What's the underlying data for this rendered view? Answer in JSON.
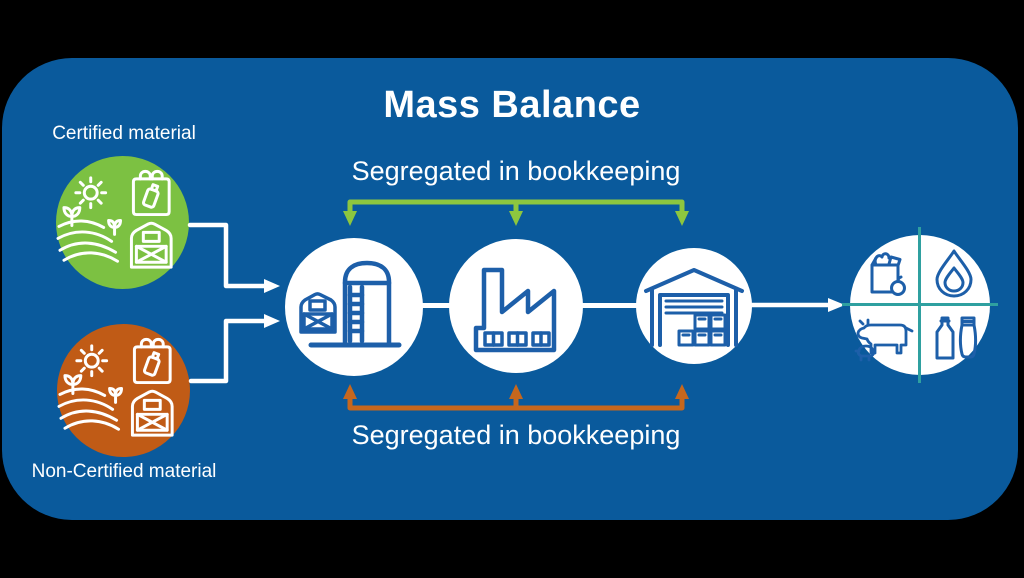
{
  "diagram": {
    "title": "Mass Balance",
    "top_flow_label": "Segregated in bookkeeping",
    "bottom_flow_label": "Segregated in bookkeeping",
    "sources": {
      "certified": {
        "label": "Certified material",
        "color": "#7cc142",
        "icon": "farm-scene-icon"
      },
      "non_certified": {
        "label": "Non-Certified material",
        "color": "#c05b16",
        "icon": "farm-scene-icon"
      }
    },
    "chain_stages": [
      {
        "icon": "barn-silo-icon"
      },
      {
        "icon": "factory-icon"
      },
      {
        "icon": "warehouse-icon"
      }
    ],
    "output_products": [
      {
        "icon": "grocery-bag-icon"
      },
      {
        "icon": "water-drop-icon"
      },
      {
        "icon": "livestock-icon"
      },
      {
        "icon": "packaged-goods-icon"
      }
    ],
    "colors": {
      "background": "#000000",
      "panel_blue": "#0a5a9c",
      "certified_green": "#7cc142",
      "non_certified_orange": "#c05b16",
      "bracket_green": "#8dc63f",
      "bracket_orange": "#c6671d",
      "icon_blue": "#1d5fa9",
      "divider_teal": "#2fa0a0",
      "text_white": "#ffffff"
    }
  }
}
